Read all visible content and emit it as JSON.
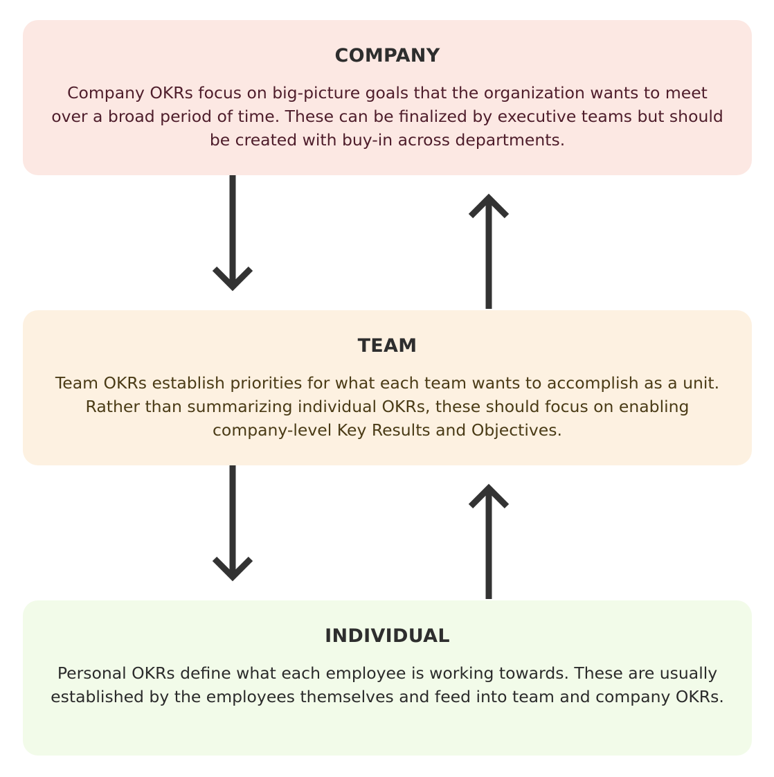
{
  "levels": [
    {
      "title": "COMPANY",
      "description": "Company OKRs focus on big-picture goals that the organization wants to meet over a broad period of time. These can be finalized by executive teams but should be created with buy-in across departments."
    },
    {
      "title": "TEAM",
      "description": "Team OKRs establish priorities for what each team wants to accomplish as a unit. Rather than summarizing individual OKRs, these should focus on enabling company-level Key Results and Objectives."
    },
    {
      "title": "INDIVIDUAL",
      "description": "Personal OKRs define what each employee is working towards. These are usually established by the employees themselves and feed into team and company OKRs."
    }
  ],
  "colors": {
    "company_bg": "#fce8e3",
    "team_bg": "#fdf1e1",
    "individual_bg": "#f2fbe9",
    "arrow": "#333333"
  }
}
